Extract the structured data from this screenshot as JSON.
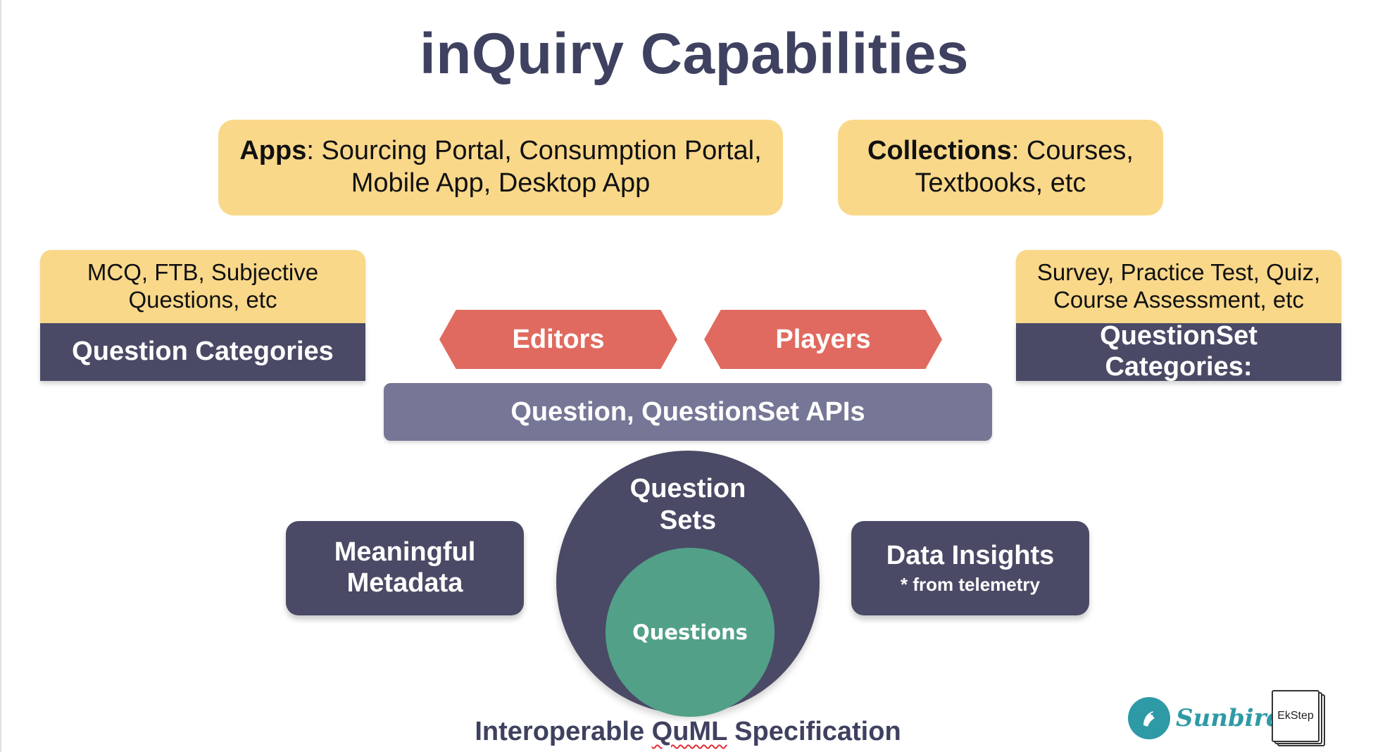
{
  "title": "inQuiry Capabilities",
  "apps_box": {
    "bold": "Apps",
    "text_line1": ": Sourcing Portal, Consumption Portal,",
    "text_line2": "Mobile App, Desktop App"
  },
  "collections_box": {
    "bold": "Collections",
    "text_line1": ": Courses,",
    "text_line2": "Textbooks, etc"
  },
  "question_categories": {
    "examples_line1": "MCQ, FTB, Subjective",
    "examples_line2": "Questions, etc",
    "label": "Question Categories"
  },
  "questionset_categories": {
    "examples_line1": "Survey, Practice Test, Quiz,",
    "examples_line2": "Course Assessment, etc",
    "label_line1": "QuestionSet",
    "label_line2": "Categories:"
  },
  "editors": "Editors",
  "players": "Players",
  "apis": "Question, QuestionSet APIs",
  "metadata": {
    "line1": "Meaningful",
    "line2": "Metadata"
  },
  "insights": {
    "main": "Data Insights",
    "sub": "* from telemetry"
  },
  "question_sets": {
    "line1": "Question",
    "line2": "Sets"
  },
  "questions": "Questions",
  "footer": {
    "before": "Interoperable ",
    "wavy": "QuML",
    "after": " Specification"
  },
  "logos": {
    "sunbird": "Sunbird",
    "ekstep": "EkStep"
  },
  "colors": {
    "title": "#3f4160",
    "yellow": "#f9d88a",
    "dark": "#4a4a66",
    "coral": "#e06a5f",
    "api": "#767796",
    "green": "#52a088",
    "teal": "#2e9aa6"
  }
}
